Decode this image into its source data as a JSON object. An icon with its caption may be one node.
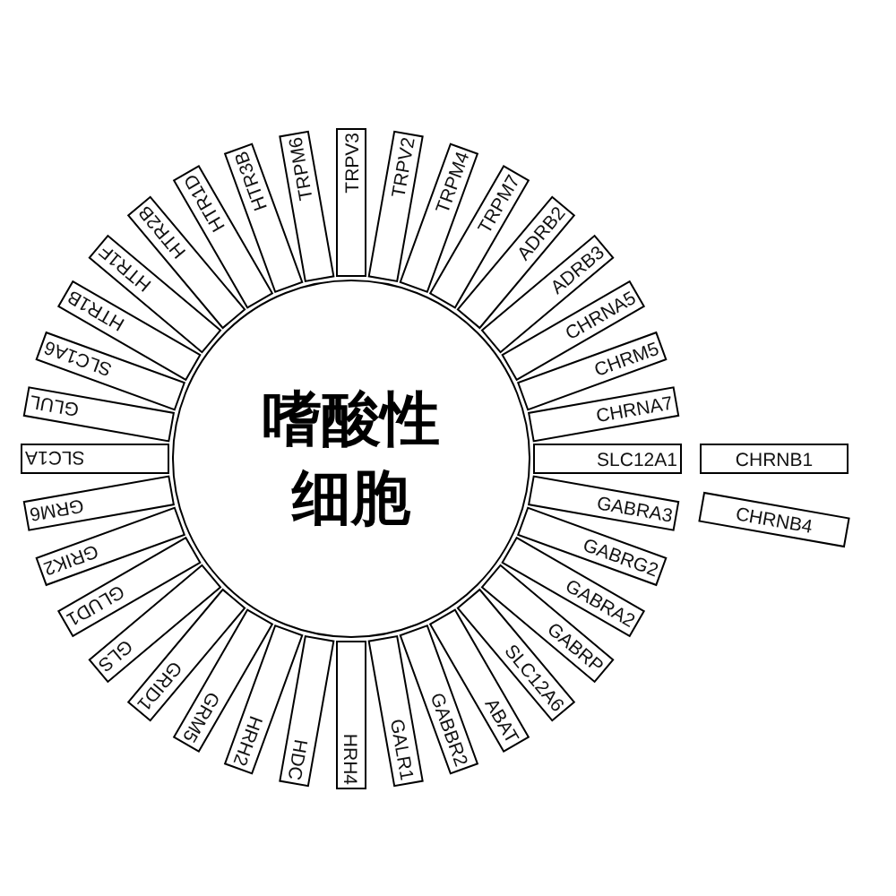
{
  "diagram": {
    "nodes": [
      {
        "text": [
          "嗜酸性细胞"
        ]
      },
      {
        "text": [
          "SLC12A1"
        ]
      },
      {
        "text": [
          "CHRNA7"
        ]
      },
      {
        "text": [
          "CHRM5"
        ]
      },
      {
        "text": [
          "CHRNA5"
        ]
      },
      {
        "text": [
          "ADRB3"
        ]
      },
      {
        "text": [
          "ADRB2"
        ]
      },
      {
        "text": [
          "TRPM7"
        ]
      },
      {
        "text": [
          "TRPM4"
        ]
      },
      {
        "text": [
          "TRPV2"
        ]
      },
      {
        "text": [
          "TRPV3"
        ]
      },
      {
        "text": [
          "TRPM6"
        ]
      },
      {
        "text": [
          "HTR3B"
        ]
      },
      {
        "text": [
          "HTR1D"
        ]
      },
      {
        "text": [
          "HTR2B"
        ]
      },
      {
        "text": [
          "HTR1F"
        ]
      },
      {
        "text": [
          "HTR1B"
        ]
      },
      {
        "text": [
          "SLC1A6"
        ]
      },
      {
        "text": [
          "GLUL"
        ]
      },
      {
        "text": [
          "SLC1A"
        ]
      },
      {
        "text": [
          "GRM6"
        ]
      },
      {
        "text": [
          "GRIK2"
        ]
      },
      {
        "text": [
          "GLUD1"
        ]
      },
      {
        "text": [
          "GLS"
        ]
      },
      {
        "text": [
          "GRID1"
        ]
      },
      {
        "text": [
          "GRM5"
        ]
      },
      {
        "text": [
          "HRH2"
        ]
      },
      {
        "text": [
          "HDC"
        ]
      },
      {
        "text": [
          "HRH4"
        ]
      },
      {
        "text": [
          "GALR1"
        ]
      },
      {
        "text": [
          "GABBR2"
        ]
      },
      {
        "text": [
          "ABAT"
        ]
      },
      {
        "text": [
          "SLC12A6"
        ]
      },
      {
        "text": [
          "GABRP"
        ]
      },
      {
        "text": [
          "GABRA2"
        ]
      },
      {
        "text": [
          "GABRG2"
        ]
      },
      {
        "text": [
          "GABRA3"
        ]
      },
      {
        "text": [
          "CHRNB1"
        ]
      },
      {
        "text": [
          "CHRNB4"
        ]
      }
    ]
  }
}
